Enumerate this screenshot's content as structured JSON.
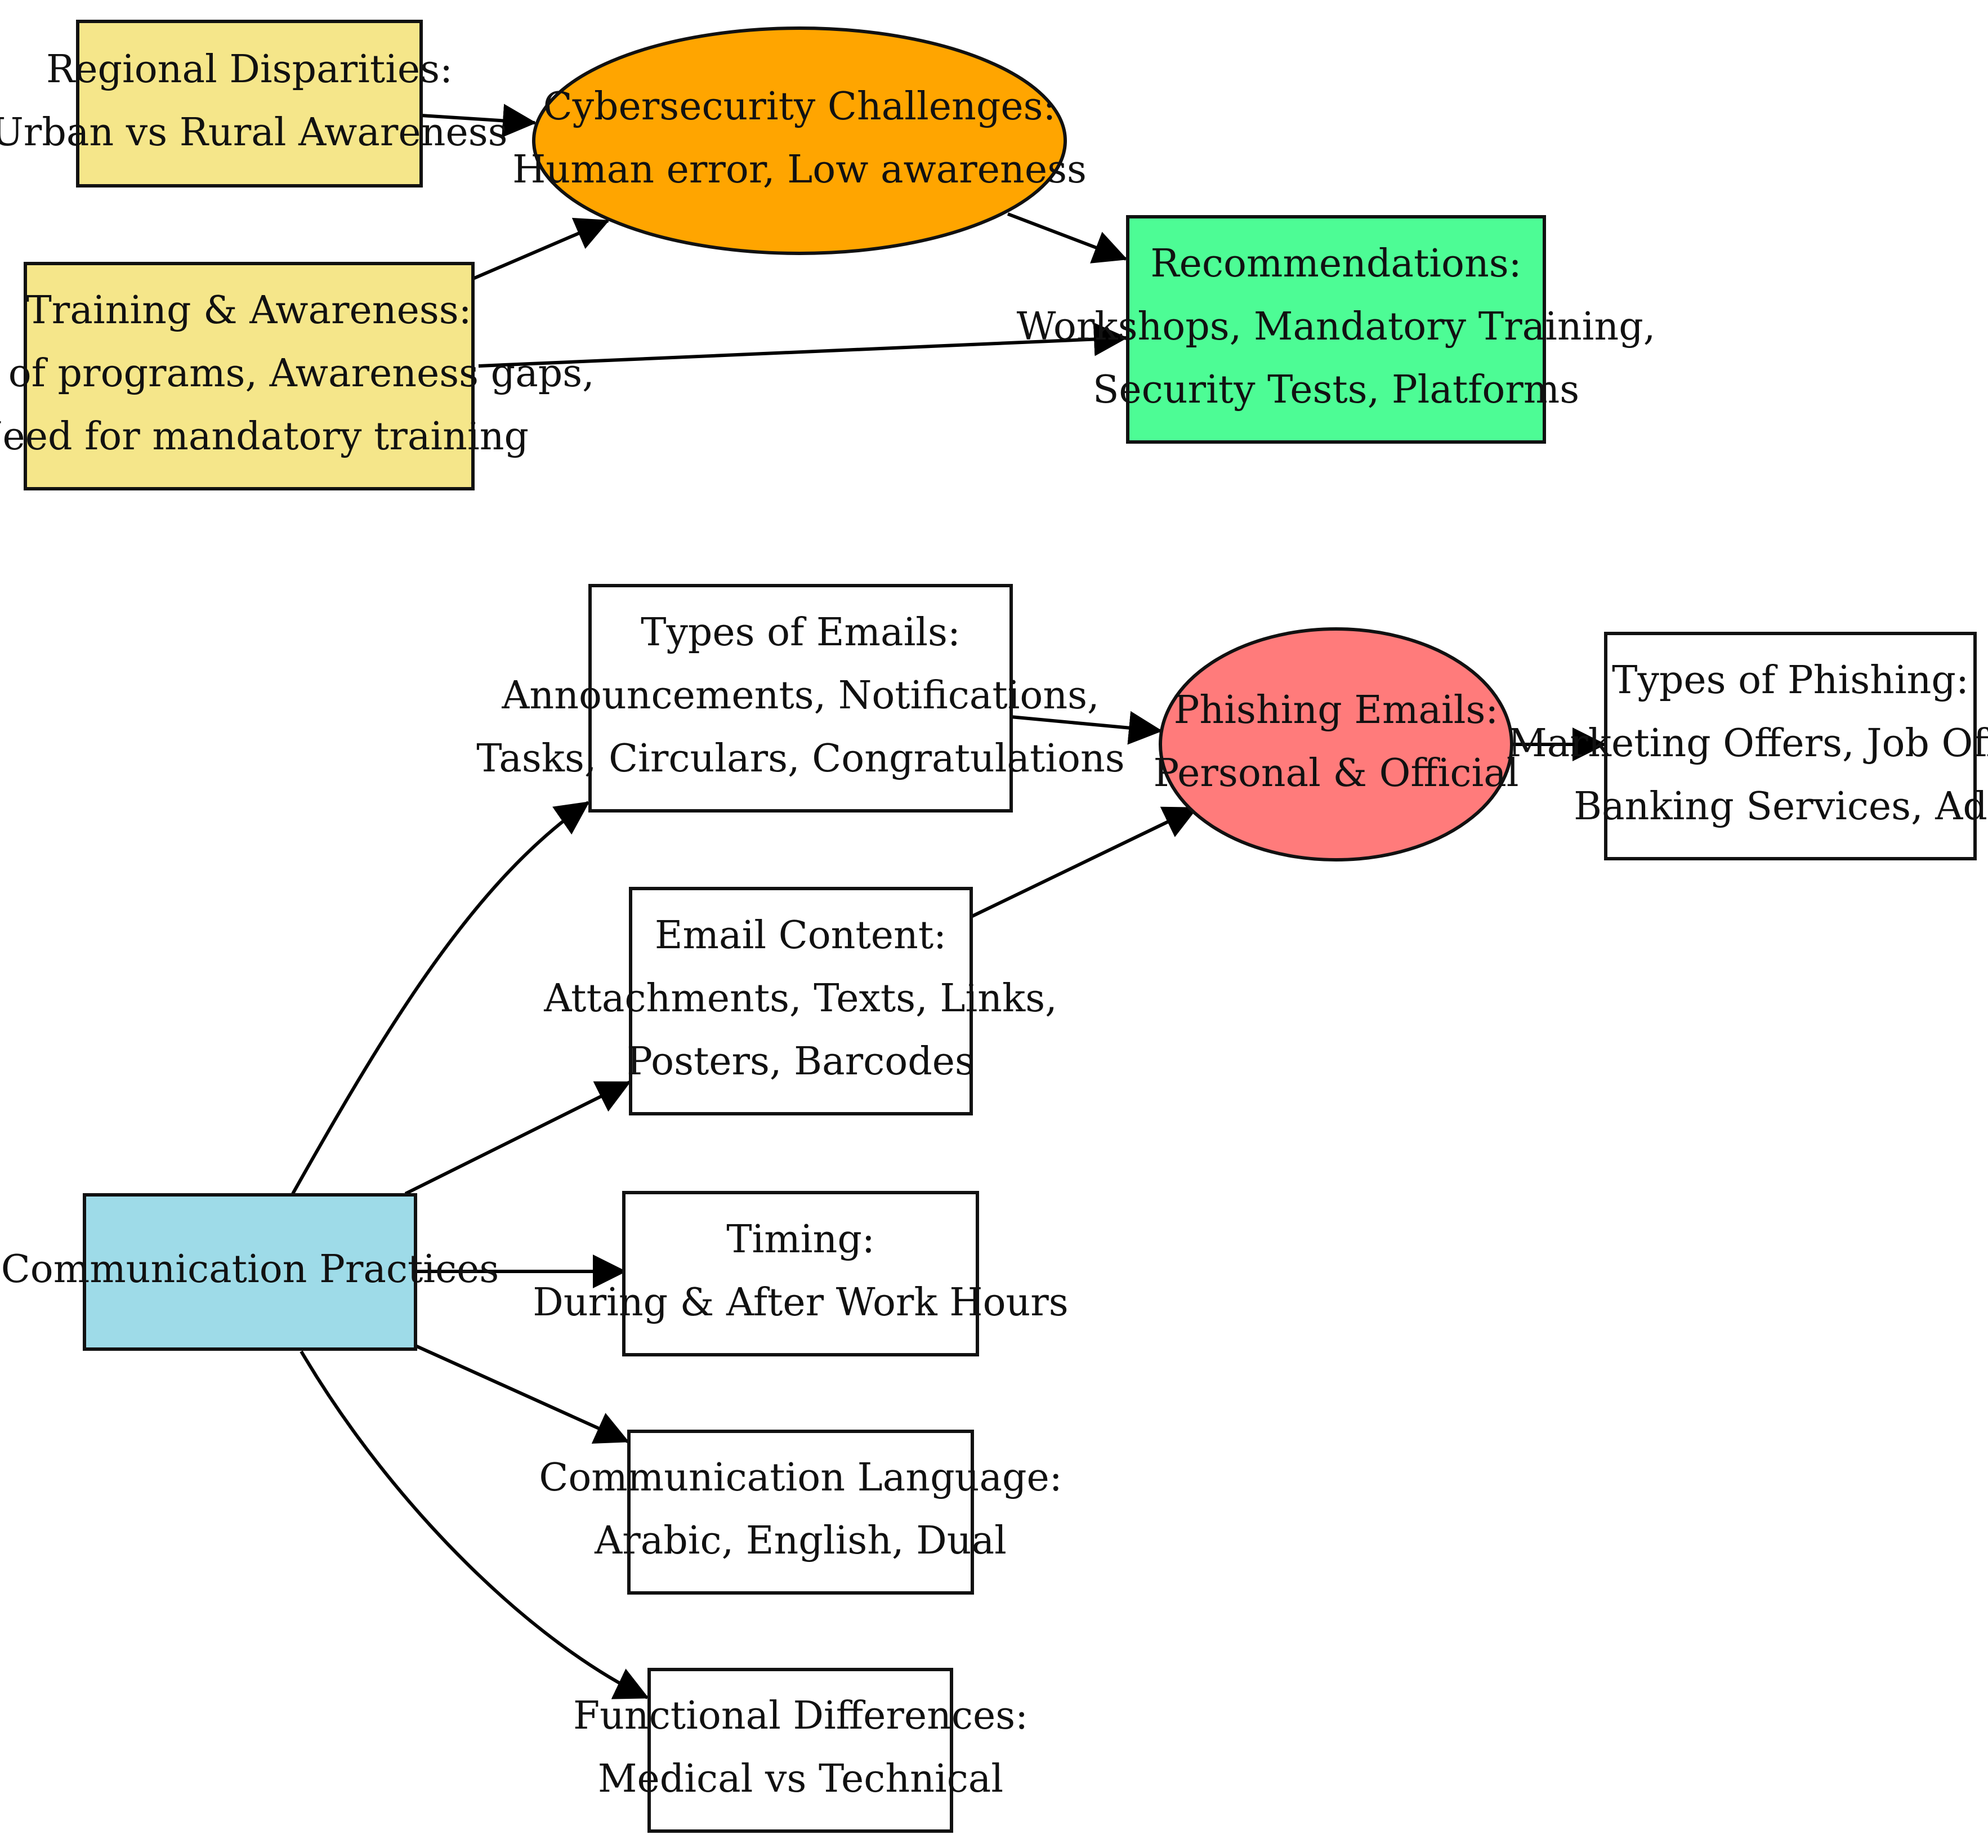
{
  "colors": {
    "yellow": "#f5e68a",
    "orange": "#ffa500",
    "green": "#4dfc95",
    "red": "#ff7b7b",
    "blue": "#9edbe8",
    "white": "#ffffff"
  },
  "nodes": {
    "regional": {
      "lines": [
        "Regional Disparities:",
        "Urban vs Rural Awareness"
      ]
    },
    "training": {
      "lines": [
        "Training & Awareness:",
        "Lack of programs, Awareness gaps,",
        "Need for mandatory training"
      ]
    },
    "cyber": {
      "lines": [
        "Cybersecurity Challenges:",
        "Human error, Low awareness"
      ]
    },
    "recommend": {
      "lines": [
        "Recommendations:",
        "Workshops, Mandatory Training,",
        "Security Tests, Platforms"
      ]
    },
    "email_types": {
      "lines": [
        "Types of Emails:",
        "Announcements, Notifications,",
        "Tasks, Circulars, Congratulations"
      ]
    },
    "phishing": {
      "lines": [
        "Phishing Emails:",
        "Personal & Official"
      ]
    },
    "phish_types": {
      "lines": [
        "Types of Phishing:",
        "Marketing Offers, Job Offers,",
        "Banking Services, Ads"
      ]
    },
    "content": {
      "lines": [
        "Email Content:",
        "Attachments, Texts, Links,",
        "Posters, Barcodes"
      ]
    },
    "comm": {
      "lines": [
        "Communication Practices"
      ]
    },
    "timing": {
      "lines": [
        "Timing:",
        "During & After Work Hours"
      ]
    },
    "language": {
      "lines": [
        "Communication Language:",
        "Arabic, English, Dual"
      ]
    },
    "functional": {
      "lines": [
        "Functional Differences:",
        "Medical vs Technical"
      ]
    }
  }
}
